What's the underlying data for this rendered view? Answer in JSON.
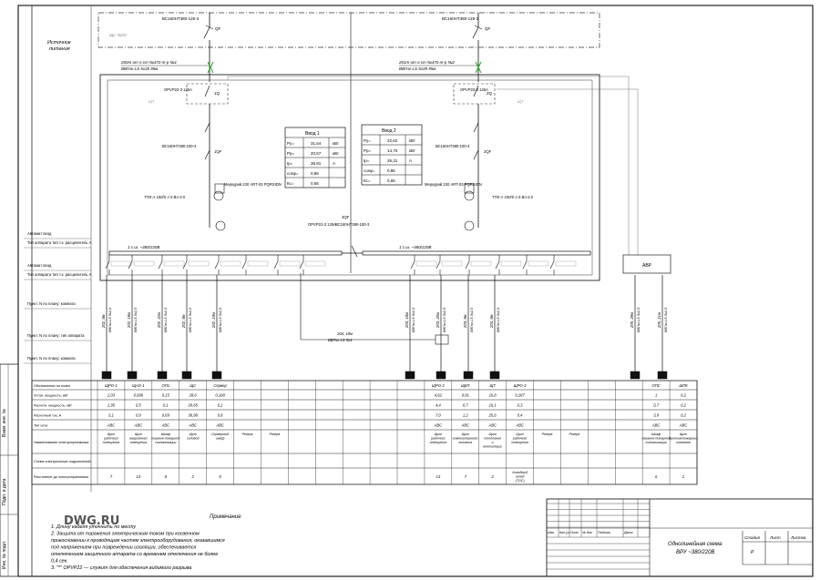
{
  "sources": {
    "title_line1": "Источник",
    "title_line2": "питания",
    "left": {
      "top_breaker": "ВС160НТ380-125-3",
      "top_breaker_tag": "QF",
      "cable_tag": "ЩС №20",
      "cable_line1": "200т от п.ст №470 т-р №1",
      "cable_line2": "ВВГнг-LS 5х35 95м"
    },
    "right": {
      "top_breaker": "ВС160НТ380-125-3",
      "top_breaker_tag": "QF",
      "cable_line1": "201т от п.ст №470 т-р №2",
      "cable_line2": "ВВГнг-LS 5х35 95м"
    }
  },
  "panel": {
    "left_switch": "OPVP22-3 125А",
    "left_switch_tag": "1Q",
    "right_switch": "OPVP22-3 125А",
    "right_switch_tag": "2Q",
    "left_note": "ЩТ",
    "right_note": "ЩТ",
    "left_breaker": "ВС160НТ380-100-3",
    "left_breaker_tag": "1QF",
    "right_breaker": "ВС160НТ380-100-3",
    "right_breaker_tag": "2QF",
    "left_ct": "ТТИ-А 100/5 А 5 ВА 0.5",
    "right_ct": "ТТИ-А 100/5 А 5 ВА 0.5",
    "left_meter": "Меркурий 230 ART-03 PQRSIDN",
    "right_meter": "Меркурий 230 ART-03 PQRSIDN",
    "left_bus": "1 с.ш. ~380/220В",
    "right_bus": "1 с.ш. ~380/220В",
    "sectional": "ВС160НТ380-100-3",
    "sectional_tag": "3QF",
    "sectional_switch": "OPVP22-3 125А",
    "avr": "АВР"
  },
  "inputs": [
    {
      "title": "Ввод 1",
      "rows": [
        {
          "key": "Ру=",
          "val": "31,64",
          "unit": "кВт"
        },
        {
          "key": "Рр=",
          "val": "20,57",
          "unit": "кВт"
        },
        {
          "key": "Iр=",
          "val": "36,81",
          "unit": "А"
        },
        {
          "key": "cosφ=",
          "val": "0,85",
          "unit": ""
        },
        {
          "key": "Кс=",
          "val": "0,65",
          "unit": ""
        }
      ]
    },
    {
      "title": "Ввод 2",
      "rows": [
        {
          "key": "Ру=",
          "val": "22,62",
          "unit": "кВт"
        },
        {
          "key": "Рр=",
          "val": "14,70",
          "unit": "кВт"
        },
        {
          "key": "Iр=",
          "val": "26,31",
          "unit": "А"
        },
        {
          "key": "cosφ=",
          "val": "0,85",
          "unit": ""
        },
        {
          "key": "Кс=",
          "val": "0,65",
          "unit": ""
        }
      ]
    }
  ],
  "feeder_cables": [
    "202, 8м",
    "202, 18м",
    "202, 22м",
    "202, 8м",
    "202, 23м",
    "203, 18м",
    "203, 20м",
    "203, 8м",
    "204, 8м",
    "205, 28м",
    "205, 21м"
  ],
  "feeder_cable_spec": "ВВГнг-LS 5х2,5",
  "link_cable": {
    "line1": "204, 18м",
    "line2": "ВВГнг-LS 5х4"
  },
  "side_labels": [
    "Автомат вход",
    "Тип аппарата тип т.к. расцепитель А",
    "Автомат вход",
    "Тип аппарата тип т.к. расцепитель А",
    "Пункт. N по плану: комната",
    "Пункт. N по плану: тип аппарата",
    "Пункт. N по плану: комната"
  ],
  "table": {
    "row_labels": [
      "Обозначение на плане",
      "Устан. мощность, кВт",
      "Расчетн. мощность, кВт",
      "Расчетный ток, А",
      "Тип сети",
      "Наименование электроприемника",
      "Схема электрических подключений",
      "Расстояние до электроприемника"
    ],
    "columns": [
      {
        "tag": "ЩРО-1",
        "pu": "2,03",
        "pr": "1,95",
        "ir": "3,1",
        "net": "АВС",
        "name": "Щит рабочего освещения",
        "dist": "7"
      },
      {
        "tag": "ЩАО-1",
        "pu": "0,696",
        "pr": "0,5",
        "ir": "0,9",
        "net": "АВС",
        "name": "Щит аварийного освещения",
        "dist": "13"
      },
      {
        "tag": "ОП1",
        "pu": "0,15",
        "pr": "0,1",
        "ir": "0,69",
        "net": "АВС",
        "name": "Шкаф охранно-пожарной сигнализации",
        "dist": "8"
      },
      {
        "tag": "ЩС",
        "pu": "28,6",
        "pr": "20,65",
        "ir": "36,98",
        "net": "АВС",
        "name": "Щит силовой",
        "dist": "2"
      },
      {
        "tag": "Сервер",
        "pu": "0,168",
        "pr": "0,1",
        "ir": "0,8",
        "net": "АВС",
        "name": "Серверный шкаф",
        "dist": "9"
      },
      {
        "tag": "",
        "pu": "",
        "pr": "",
        "ir": "",
        "net": "",
        "name": "Резерв",
        "dist": ""
      },
      {
        "tag": "",
        "pu": "",
        "pr": "",
        "ir": "",
        "net": "",
        "name": "Резерв",
        "dist": ""
      },
      {
        "tag": "ЩРО-2",
        "pu": "4,62",
        "pr": "4,4",
        "ir": "7,0",
        "net": "АВС",
        "name": "Щит рабочего освещения",
        "dist": "13"
      },
      {
        "tag": "ЩКП",
        "pu": "0,91",
        "pr": "0,7",
        "ir": "1,2",
        "net": "АВС",
        "name": "Щит компьютерного питания",
        "dist": "7"
      },
      {
        "tag": "ЩТ",
        "pu": "16,8",
        "pr": "16,1",
        "ir": "25,6",
        "net": "АВС",
        "name": "Щит отопления и вентиляции",
        "dist": "2"
      },
      {
        "tag": "ЩРО-3",
        "pu": "0,287",
        "pr": "0,3",
        "ir": "0,4",
        "net": "АВС",
        "name": "Щит рабочего освещения",
        "dist": "Холодный склад (ТОС)"
      },
      {
        "tag": "",
        "pu": "",
        "pr": "",
        "ir": "",
        "net": "",
        "name": "Резерв",
        "dist": ""
      },
      {
        "tag": "",
        "pu": "",
        "pr": "",
        "ir": "",
        "net": "",
        "name": "Резерв",
        "dist": ""
      },
      {
        "tag": "ОПС",
        "pu": "1",
        "pr": "0,7",
        "ir": "3,9",
        "net": "АВС",
        "name": "Шкаф охранно-пожарной сигнализации",
        "dist": "6"
      },
      {
        "tag": "ШПК",
        "pu": "0,2",
        "pr": "0,2",
        "ir": "0,2",
        "net": "АВС",
        "name": "Щит противопожарных клапанов",
        "dist": "2"
      }
    ]
  },
  "notes": {
    "heading": "Примечание",
    "lines": [
      "1. Длину кабеля уточнить по месту",
      "2. Защита от поражения электрическим током при косвенном",
      "прикосновении к проводящим частям электрооборудования, оказавшимся",
      "под напряжением при повреждении изоляции, обеспечивается",
      "отключением защитного аппарата со временем отключения не более",
      "0,4 сек.",
      "3. \"*\" OPVP22 — служит для обеспечения видимого разрыва"
    ]
  },
  "watermark": "DWG.RU",
  "stamp": {
    "headers": [
      "Изм.",
      "Кол.уч",
      "Лист",
      "№ док.",
      "Подпись",
      "Дата"
    ],
    "stage_headers": [
      "Стадия",
      "Лист",
      "Листов"
    ],
    "stage": "Р",
    "title_line1": "Однолинейная схема",
    "title_line2": "ВРУ ~380/220В"
  },
  "margin_labels": [
    "Взам. инв. №",
    "Подп. и дата",
    "Инв. № подл."
  ]
}
